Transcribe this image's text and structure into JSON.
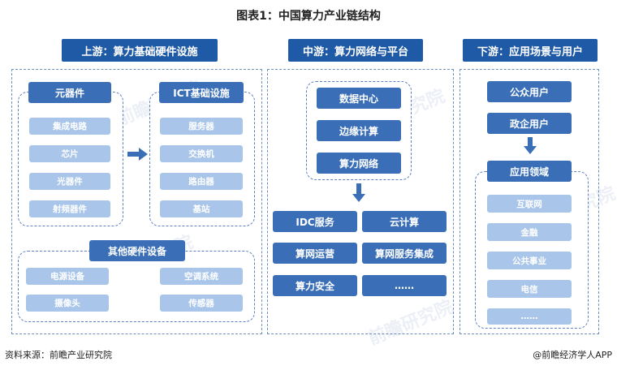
{
  "title": "图表1：中国算力产业链结构",
  "upstream": {
    "header": "上游：算力基础硬件设施",
    "components": {
      "label": "元器件",
      "items": [
        "集成电路",
        "芯片",
        "光器件",
        "射频器件"
      ]
    },
    "ict": {
      "label": "ICT基础设施",
      "items": [
        "服务器",
        "交换机",
        "路由器",
        "基站"
      ]
    },
    "other": {
      "label": "其他硬件设备",
      "items": [
        "电源设备",
        "空调系统",
        "摄像头",
        "传感器"
      ]
    }
  },
  "midstream": {
    "header": "中游：算力网络与平台",
    "core": [
      "数据中心",
      "边缘计算",
      "算力网络"
    ],
    "services": [
      "IDC服务",
      "云计算",
      "算网运营",
      "算网服务集成",
      "算力安全",
      "……"
    ]
  },
  "downstream": {
    "header": "下游：应用场景与用户",
    "users": [
      "公众用户",
      "政企用户"
    ],
    "fields": {
      "label": "应用领域",
      "items": [
        "互联网",
        "金融",
        "公共事业",
        "电信",
        "……"
      ]
    }
  },
  "footer": {
    "source": "资料来源：前瞻产业研究院",
    "credit": "@前瞻经济学人APP"
  },
  "watermark": "前瞻研究院",
  "colors": {
    "header": "#1f5aa6",
    "category": "#3a6fb8",
    "item": "#a9c6ea",
    "dashed_border": "#5c80c0"
  }
}
